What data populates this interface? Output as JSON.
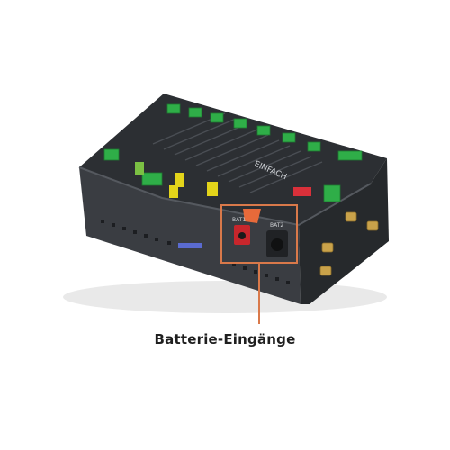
{
  "photo": {
    "subject": "device-with-battery-inputs",
    "highlight_color": "#d9794a",
    "device_color": "#2c2f33",
    "terminal_color": "#2fae48",
    "fuse_color": "#e3d41a"
  },
  "caption": {
    "text": "Batterie-Eingänge"
  },
  "markings": {
    "brand": "EINFACH",
    "bat1": "BAT1",
    "bat2": "BAT2"
  }
}
